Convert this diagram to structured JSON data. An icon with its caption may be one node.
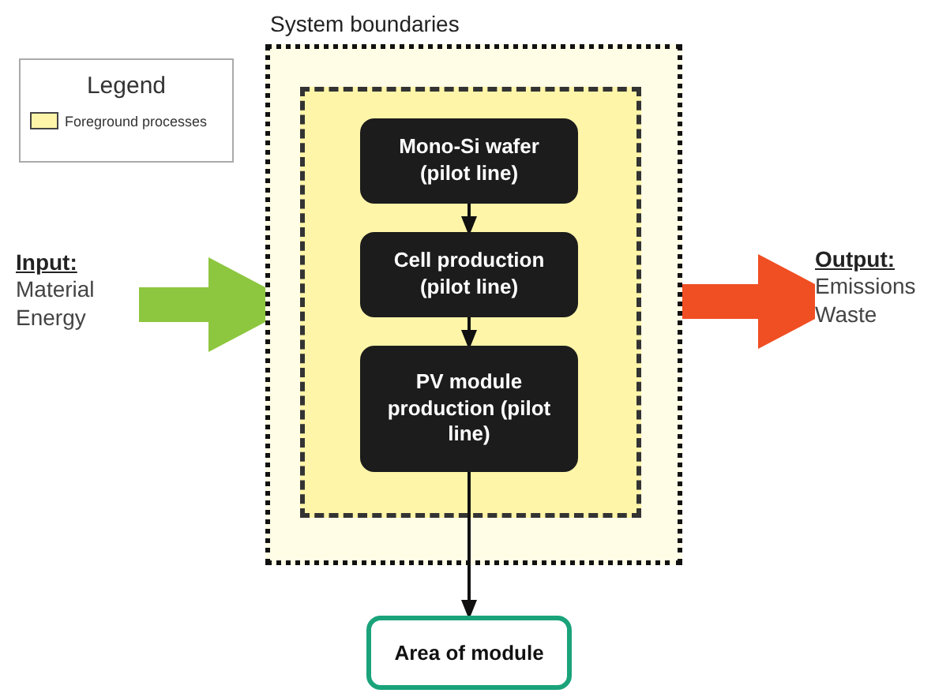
{
  "diagram": {
    "nodes": [
      {
        "text": [
          "System boundaries"
        ]
      },
      {
        "text": [],
        "shape": "box",
        "in": 0
      },
      {
        "text": [
          "Mono-Si wafer (pilot line)"
        ],
        "in": 1
      },
      {
        "text": [
          "Cell production (pilot line)"
        ],
        "in": 1
      },
      {
        "text": [
          "PV module production (pilot line)"
        ],
        "in": 1
      },
      {
        "text": [
          "Area of module"
        ]
      },
      {
        "text": [
          "Input:",
          "Material Energy"
        ]
      },
      {
        "text": [
          "Output:",
          "Emissions Waste"
        ]
      }
    ],
    "edges": [
      {
        "from": 2,
        "to": 3,
        "arrow": "to"
      },
      {
        "from": 3,
        "to": 4,
        "arrow": "to"
      },
      {
        "from": 4,
        "to": 5,
        "arrow": "to"
      },
      {
        "from": 6,
        "to": 0,
        "arrow": "to",
        "style": "thick",
        "color": "#8dc63f"
      },
      {
        "from": 0,
        "to": 7,
        "arrow": "to",
        "style": "thick",
        "color": "#f04e23"
      }
    ],
    "labels": [
      "Legend"
    ],
    "legend": [
      {
        "text": "Foreground processes",
        "color": "#fff5a8"
      }
    ]
  }
}
